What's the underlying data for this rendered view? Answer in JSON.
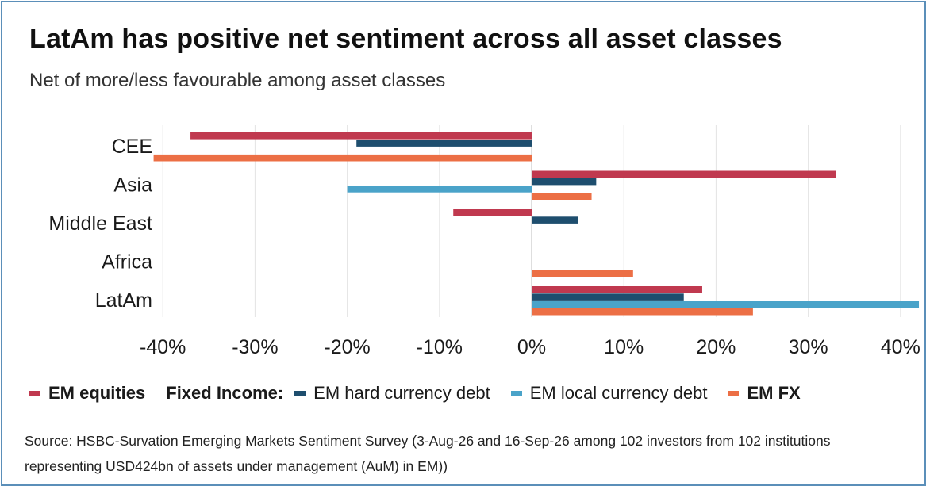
{
  "title": "LatAm has positive net sentiment across all asset classes",
  "subtitle": "Net of more/less favourable among asset classes",
  "legend": {
    "fixed_income_label": "Fixed Income:",
    "items": [
      {
        "label": "EM equities",
        "color": "#c0394f",
        "bold": true
      },
      {
        "label": "EM hard currency debt",
        "color": "#1e4e6e",
        "bold": false
      },
      {
        "label": "EM local currency debt",
        "color": "#4aa3c9",
        "bold": false
      },
      {
        "label": "EM FX",
        "color": "#ec6f45",
        "bold": true
      }
    ]
  },
  "source": "Source: HSBC-Survation Emerging Markets Sentiment Survey (3-Aug-26 and 16-Sep-26 among 102 investors from 102 institutions representing USD424bn of assets under management (AuM) in EM))",
  "chart_data": {
    "type": "bar",
    "orientation": "horizontal",
    "categories": [
      "CEE",
      "Asia",
      "Middle East",
      "Africa",
      "LatAm"
    ],
    "series": [
      {
        "name": "EM equities",
        "color": "#c0394f",
        "values": [
          -37,
          33,
          -8.5,
          0,
          18.5
        ]
      },
      {
        "name": "EM hard currency debt",
        "color": "#1e4e6e",
        "values": [
          -19,
          7,
          5,
          0,
          16.5
        ]
      },
      {
        "name": "EM local currency debt",
        "color": "#4aa3c9",
        "values": [
          0,
          -20,
          0,
          0,
          42
        ]
      },
      {
        "name": "EM FX",
        "color": "#ec6f45",
        "values": [
          -41,
          6.5,
          0,
          11,
          24
        ]
      }
    ],
    "x_ticks": [
      "-40%",
      "-30%",
      "-20%",
      "-10%",
      "0%",
      "10%",
      "20%",
      "30%",
      "40%"
    ],
    "xlim": [
      -40,
      40
    ],
    "grid": true,
    "legend_position": "bottom"
  }
}
